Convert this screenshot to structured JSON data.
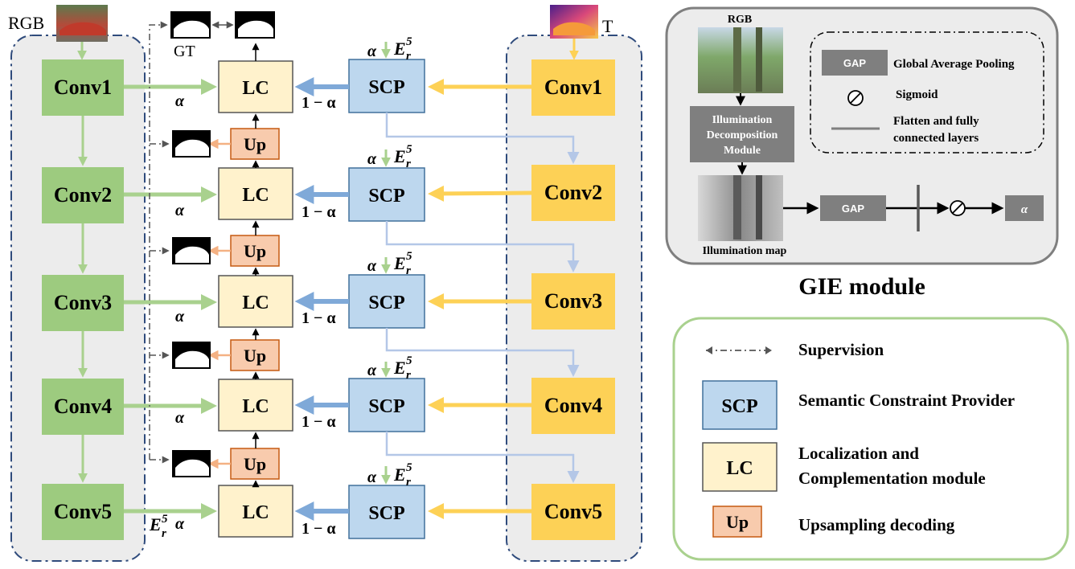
{
  "main": {
    "rgb_label": "RGB",
    "t_label": "T",
    "gt_label": "GT",
    "conv_labels": [
      "Conv1",
      "Conv2",
      "Conv3",
      "Conv4",
      "Conv5"
    ],
    "lc_label": "LC",
    "scp_label": "SCP",
    "up_label": "Up",
    "alpha": "α",
    "one_minus_alpha": "1 − α",
    "er": "E",
    "er_sub": "r",
    "er_sup": "5"
  },
  "gie": {
    "title": "GIE module",
    "rgb": "RGB",
    "idm_lines": [
      "Illumination",
      "Decomposition",
      "Module"
    ],
    "illum_map": "Illumination map",
    "gap": "GAP",
    "gap_desc": "Global Average Pooling",
    "sigmoid_desc": "Sigmoid",
    "fc_desc_lines": [
      "Flatten and fully",
      "connected layers"
    ],
    "alpha": "α"
  },
  "legend": {
    "supervision": "Supervision",
    "scp_box": "SCP",
    "scp_desc": "Semantic Constraint Provider",
    "lc_box": "LC",
    "lc_desc_lines": [
      "Localization and",
      "Complementation module"
    ],
    "up_box": "Up",
    "up_desc": "Upsampling decoding"
  },
  "colors": {
    "conv_rgb": "#9dcb7f",
    "conv_t": "#fdd156",
    "lc": "#fff2cc",
    "scp": "#bdd7ee",
    "up": "#f8cbad",
    "panel": "#ececec",
    "legend_border": "#a9d18e"
  }
}
